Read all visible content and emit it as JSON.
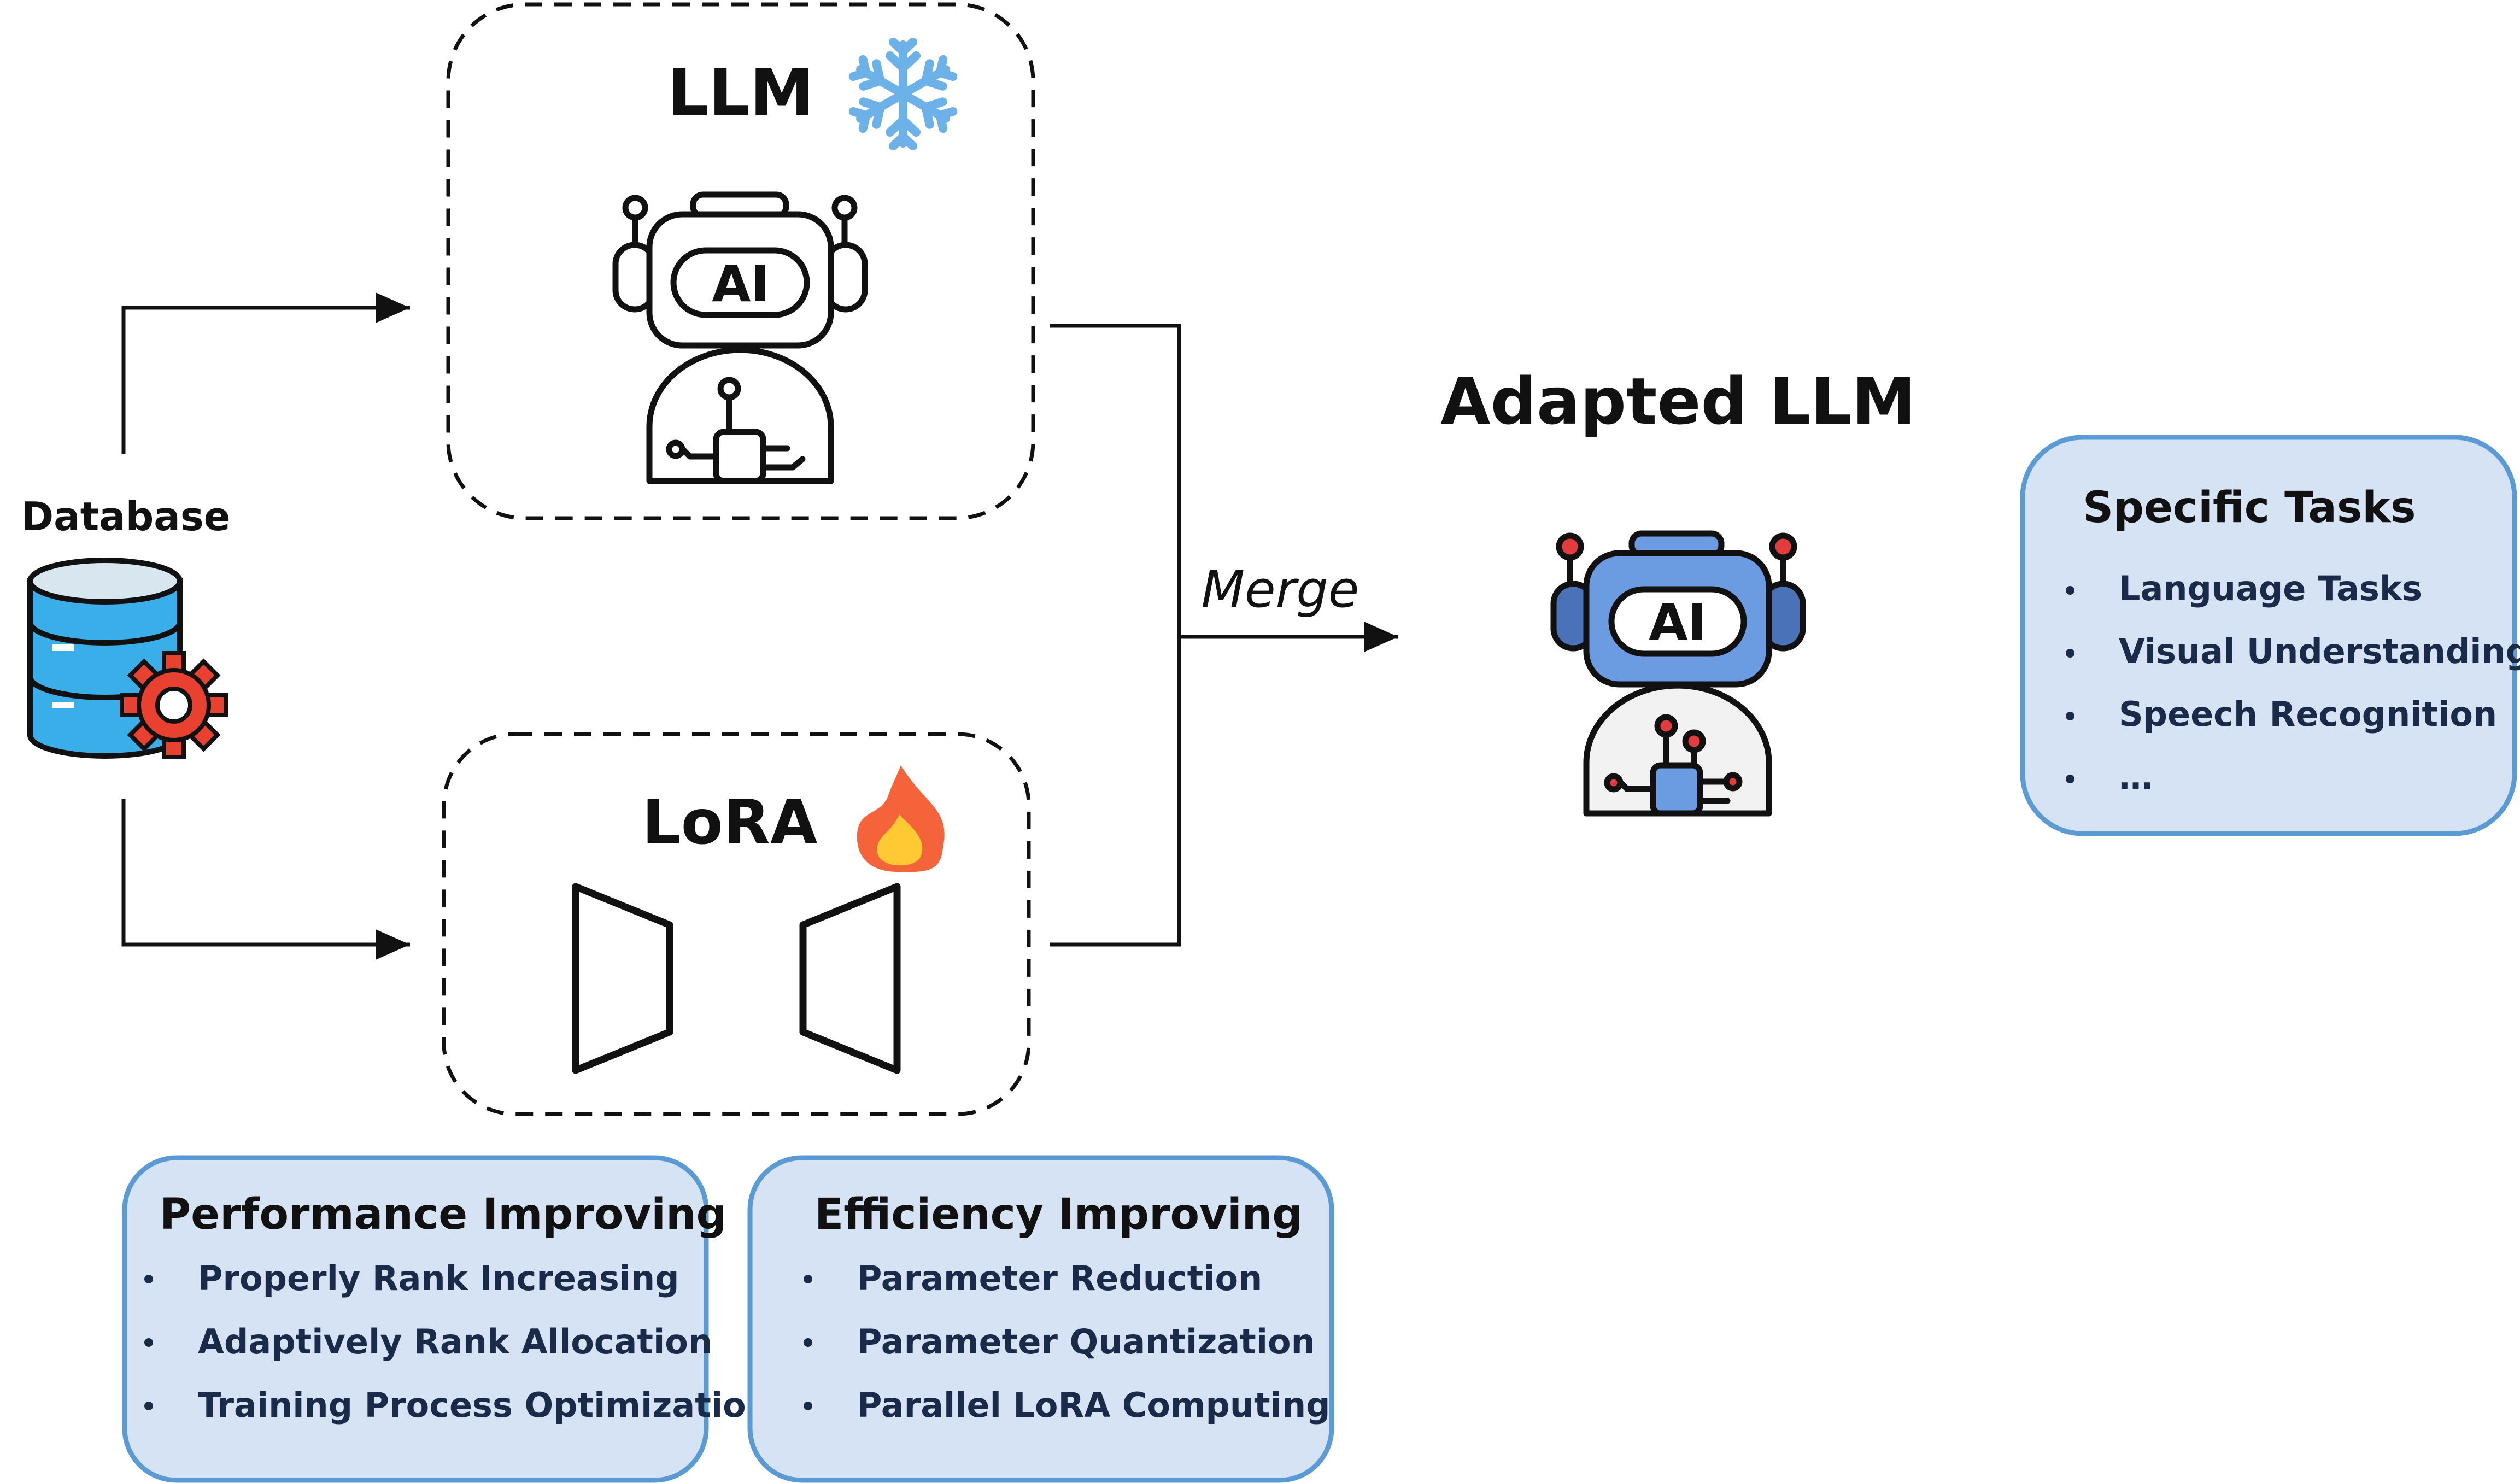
{
  "database": {
    "label": "Database"
  },
  "llm": {
    "label": "LLM",
    "ai_text": "AI",
    "state_icon": "snowflake-icon"
  },
  "lora": {
    "label": "LoRA",
    "state_icon": "flame-icon"
  },
  "merge": {
    "label": "Merge"
  },
  "adapted": {
    "label": "Adapted LLM",
    "ai_text": "AI"
  },
  "specific_tasks": {
    "title": "Specific Tasks",
    "items": [
      "Language Tasks",
      "Visual Understanding",
      "Speech Recognition",
      "…"
    ]
  },
  "performance": {
    "title": "Performance Improving",
    "items": [
      "Properly Rank Increasing",
      "Adaptively Rank Allocation",
      "Training Process Optimization"
    ]
  },
  "efficiency": {
    "title": "Efficiency Improving",
    "items": [
      "Parameter Reduction",
      "Parameter Quantization",
      "Parallel LoRA Computing"
    ]
  },
  "colors": {
    "panel_fill": "#d6e3f4",
    "panel_stroke": "#5b9bd5",
    "db_blue": "#3aaee8",
    "gear_red": "#e8412f",
    "robot_blue": "#6b9be0",
    "robot_red": "#e23c3c",
    "snow_blue": "#6cb2e8",
    "flame_orange": "#f4633a",
    "flame_yellow": "#ffc933"
  }
}
